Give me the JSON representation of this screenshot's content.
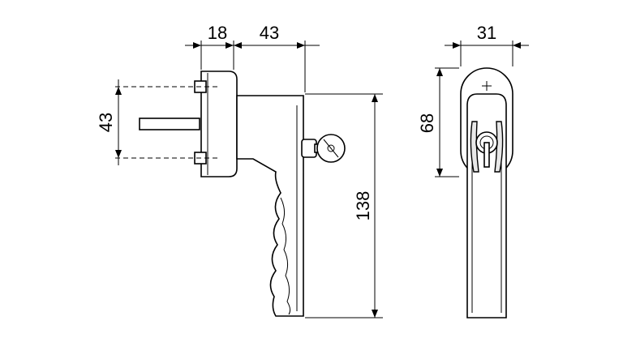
{
  "dimensions": {
    "rose_depth": "18",
    "handle_offset": "43",
    "bolt_spacing": "43",
    "handle_length": "138",
    "rose_width": "31",
    "rose_height": "68"
  }
}
